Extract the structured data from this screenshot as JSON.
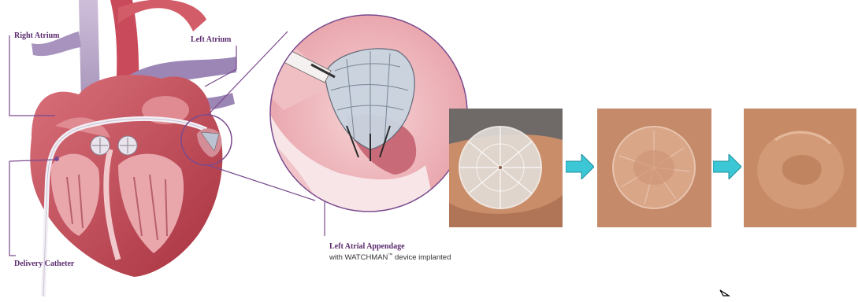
{
  "labels": {
    "right_atrium": "Right Atrium",
    "left_atrium": "Left Atrium",
    "delivery_catheter": "Delivery Catheter",
    "laa_title": "Left Atrial Appendage",
    "laa_sub_prefix": "with WATCHMAN",
    "laa_sub_tm": "™",
    "laa_sub_suffix": " device implanted"
  },
  "colors": {
    "accent_purple": "#5b2a6e",
    "callout_line": "#7a4a8e",
    "arrow_teal": "#3cc7d6",
    "heart_red": "#c2505c",
    "tissue_pink": "#e7a6a8",
    "photo_tissue": "#c98d6a"
  }
}
